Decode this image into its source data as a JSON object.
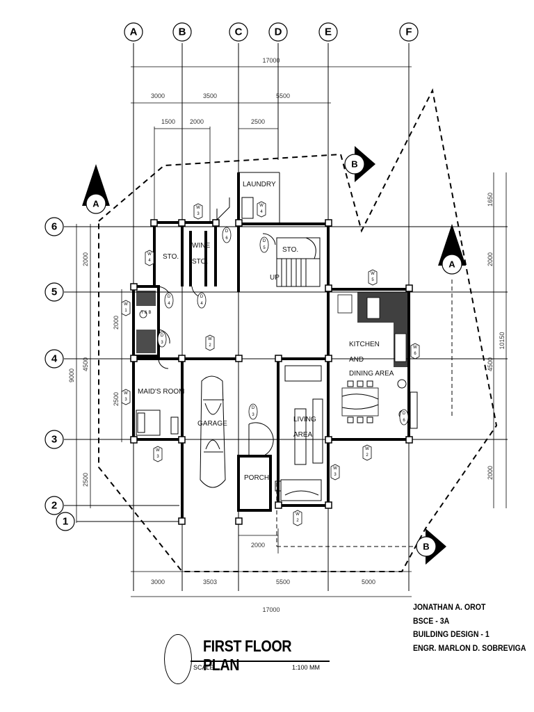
{
  "grid_columns": [
    "A",
    "B",
    "C",
    "D",
    "E",
    "F"
  ],
  "grid_rows": [
    "6",
    "5",
    "4",
    "3",
    "2",
    "1"
  ],
  "dimensions": {
    "top_overall": "17000",
    "top_segments": [
      "3000",
      "3500",
      "5500"
    ],
    "top_sub": [
      "1500",
      "2000",
      "2500"
    ],
    "bottom_segments": [
      "3000",
      "3503",
      "5500",
      "5000"
    ],
    "bottom_overall": "17000",
    "porch_width": "2000",
    "left_overall": "9000",
    "left_segments": [
      "2000",
      "4500",
      "2500"
    ],
    "left_sub": [
      "2000",
      "2500"
    ],
    "right_top": "1650",
    "right_segments": [
      "2000",
      "4500",
      "2000"
    ],
    "right_overall": "10150"
  },
  "rooms": {
    "laundry": "LAUNDRY",
    "sto_left": "STO.",
    "wine_sto_1": "WINE",
    "wine_sto_2": "STO.",
    "sto_stair": "STO.",
    "up": "UP",
    "kitchen_1": "KITCHEN",
    "kitchen_2": "AND",
    "kitchen_3": "DINING AREA",
    "maids_room": "MAID'S ROOM",
    "garage": "GARAGE",
    "living_1": "LIVING",
    "living_2": "AREA",
    "porch": "PORCH",
    "toilet": "T & B"
  },
  "section_markers": {
    "a_left": "A",
    "a_right": "A",
    "b_top": "B",
    "b_bottom": "B"
  },
  "window_tags": [
    "W",
    "3",
    "W",
    "4",
    "W",
    "4",
    "W",
    "5",
    "W",
    "1",
    "W",
    "2",
    "W",
    "6",
    "W",
    "3",
    "W",
    "3",
    "W",
    "2",
    "W",
    "3",
    "W",
    "2"
  ],
  "door_tags": [
    "D",
    "6",
    "D",
    "4",
    "D",
    "4",
    "D",
    "5",
    "D",
    "3",
    "D",
    "6",
    "D",
    "3"
  ],
  "title": {
    "main": "FIRST FLOOR PLAN",
    "scale_label": "SCALE",
    "scale_value": "1:100 MM"
  },
  "author": {
    "name": "JONATHAN A. OROT",
    "section": "BSCE - 3A",
    "course": "BUILDING DESIGN - 1",
    "instructor": "ENGR. MARLON D. SOBREVIGA"
  }
}
